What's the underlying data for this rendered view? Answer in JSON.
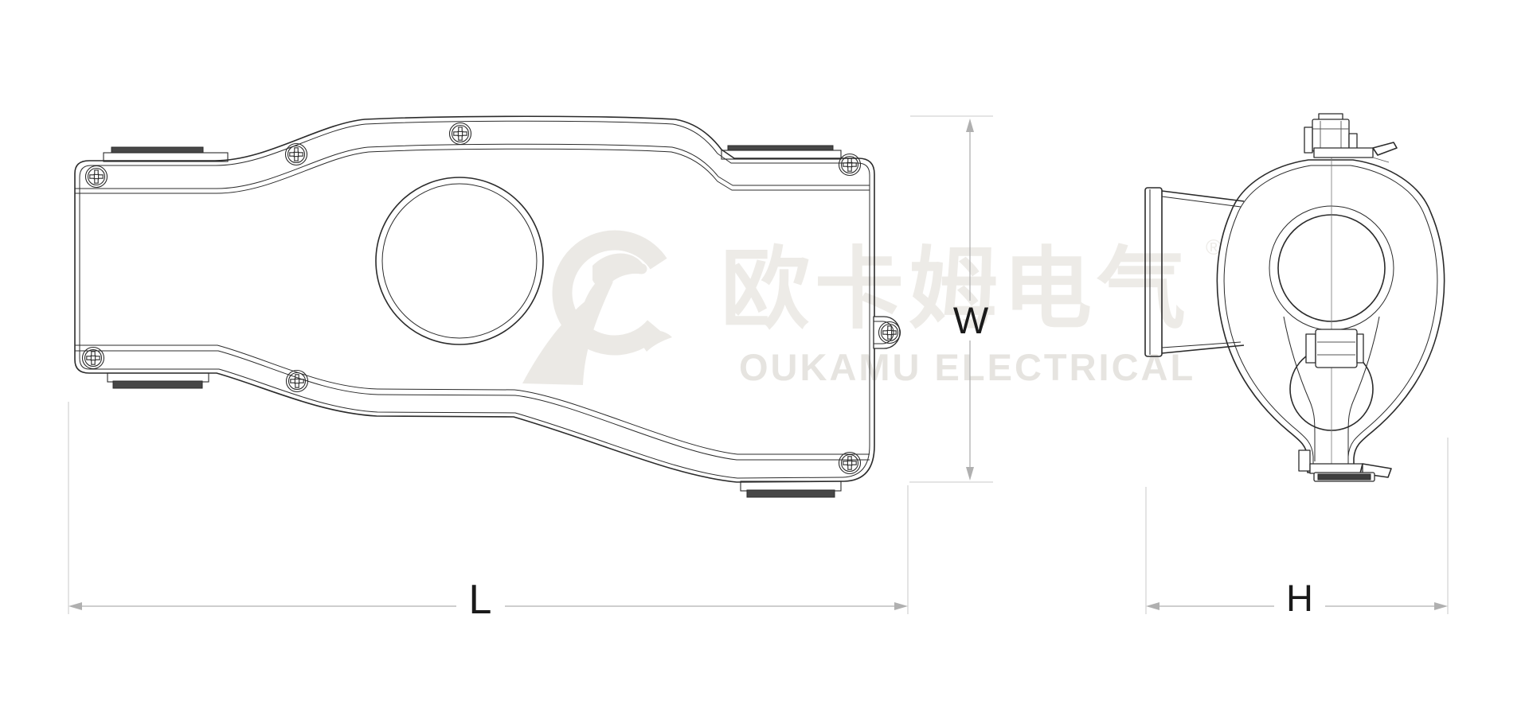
{
  "watermark": {
    "brand_cn": "欧卡姆电气",
    "registered_mark": "®",
    "brand_en": "OUKAMU ELECTRICAL"
  },
  "dimensions": {
    "length_label": "L",
    "width_label": "W",
    "height_label": "H"
  },
  "colors": {
    "background": "#ffffff",
    "line": "#2b2b2b",
    "line_soft": "#555555",
    "dimension_line": "#b0b0b0",
    "extension_line": "#c9c9c9",
    "label": "#1a1a1a",
    "watermark_text": "#edebe7",
    "watermark_text_strong": "#e6e4e0",
    "watermark_logo": "#ebe9e5"
  }
}
